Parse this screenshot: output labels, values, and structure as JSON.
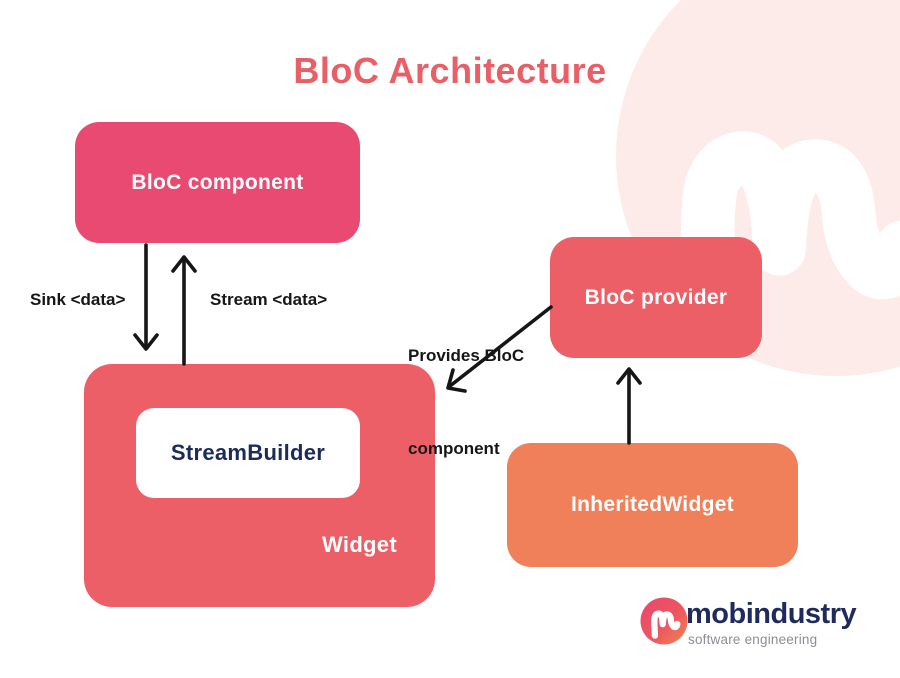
{
  "title": {
    "text": "BloC Architecture",
    "color": "#e85f66"
  },
  "diagram": {
    "nodes": {
      "bloc_component": {
        "label": "BloC component",
        "fill": "#e94a72",
        "text_color": "#ffffff"
      },
      "widget": {
        "label": "Widget",
        "fill": "#ec5f66",
        "text_color": "#ffffff"
      },
      "stream_builder": {
        "label": "StreamBuilder",
        "fill": "#ffffff",
        "text_color": "#1d2b5a"
      },
      "bloc_provider": {
        "label": "BloC provider",
        "fill": "#ec5f66",
        "text_color": "#ffffff"
      },
      "inherited_widget": {
        "label": "InheritedWidget",
        "fill": "#f0805a",
        "text_color": "#ffffff"
      }
    },
    "edges": {
      "sink": {
        "label": "Sink <data>",
        "from": "BloC component",
        "to": "Widget",
        "direction": "down"
      },
      "stream": {
        "label": "Stream <data>",
        "from": "Widget",
        "to": "BloC component",
        "direction": "up"
      },
      "provides": {
        "label_line1": "Provides BloC",
        "label_line2": "component",
        "from": "BloC provider",
        "to": "Widget",
        "direction": "down-left"
      },
      "inherit": {
        "from": "InheritedWidget",
        "to": "BloC provider",
        "direction": "up"
      }
    },
    "arrow_color": "#161616"
  },
  "branding": {
    "name": "mobindustry",
    "tagline": "software engineering",
    "icon": "mobindustry-m-icon",
    "name_color": "#1e2b5c",
    "tagline_color": "#8b8e96"
  },
  "background": {
    "watermark": "mobindustry-m-watermark",
    "watermark_color": "#fcebe9"
  }
}
